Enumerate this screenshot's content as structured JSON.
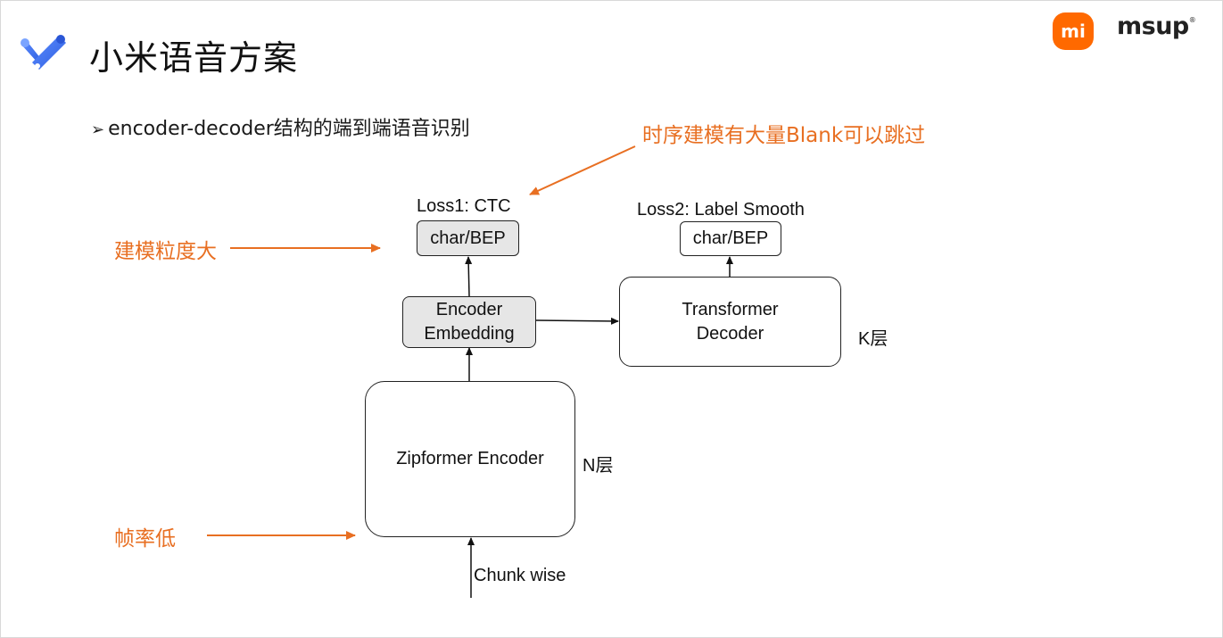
{
  "header": {
    "title": "小米语音方案",
    "mi_logo_text": "mi",
    "msup_logo_text": "msup",
    "msup_logo_mark": "®"
  },
  "bullet": {
    "marker": "➢",
    "text": "encoder-decoder结构的端到端语音识别"
  },
  "annotations": {
    "blank_skip": "时序建模有大量Blank可以跳过",
    "granularity": "建模粒度大",
    "frame_rate": "帧率低"
  },
  "diagram": {
    "loss1_label": "Loss1: CTC",
    "loss1_output": "char/BEP",
    "loss2_label": "Loss2: Label Smooth",
    "loss2_output": "char/BEP",
    "encoder_embedding": "Encoder\nEmbedding",
    "transformer_decoder": "Transformer\nDecoder",
    "decoder_layers": "K层",
    "zipformer_encoder": "Zipformer Encoder",
    "encoder_layers": "N层",
    "input_label": "Chunk wise"
  },
  "colors": {
    "accent": "#e86f22",
    "mi_orange": "#ff6900",
    "gray_box": "#e6e6e6"
  }
}
